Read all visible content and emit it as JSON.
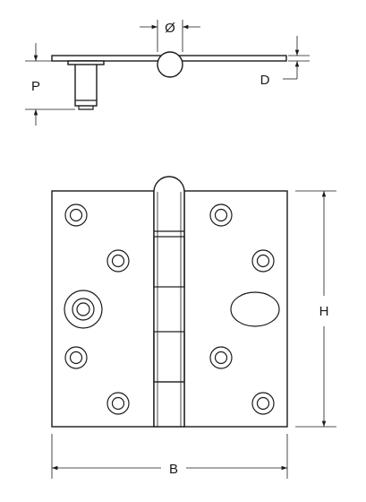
{
  "dimensions": {
    "diameter_label": "Ø",
    "pin_length_label": "P",
    "thickness_label": "D",
    "height_label": "H",
    "width_label": "B"
  },
  "line_color": "#1a1a1a",
  "background_color": "#ffffff"
}
